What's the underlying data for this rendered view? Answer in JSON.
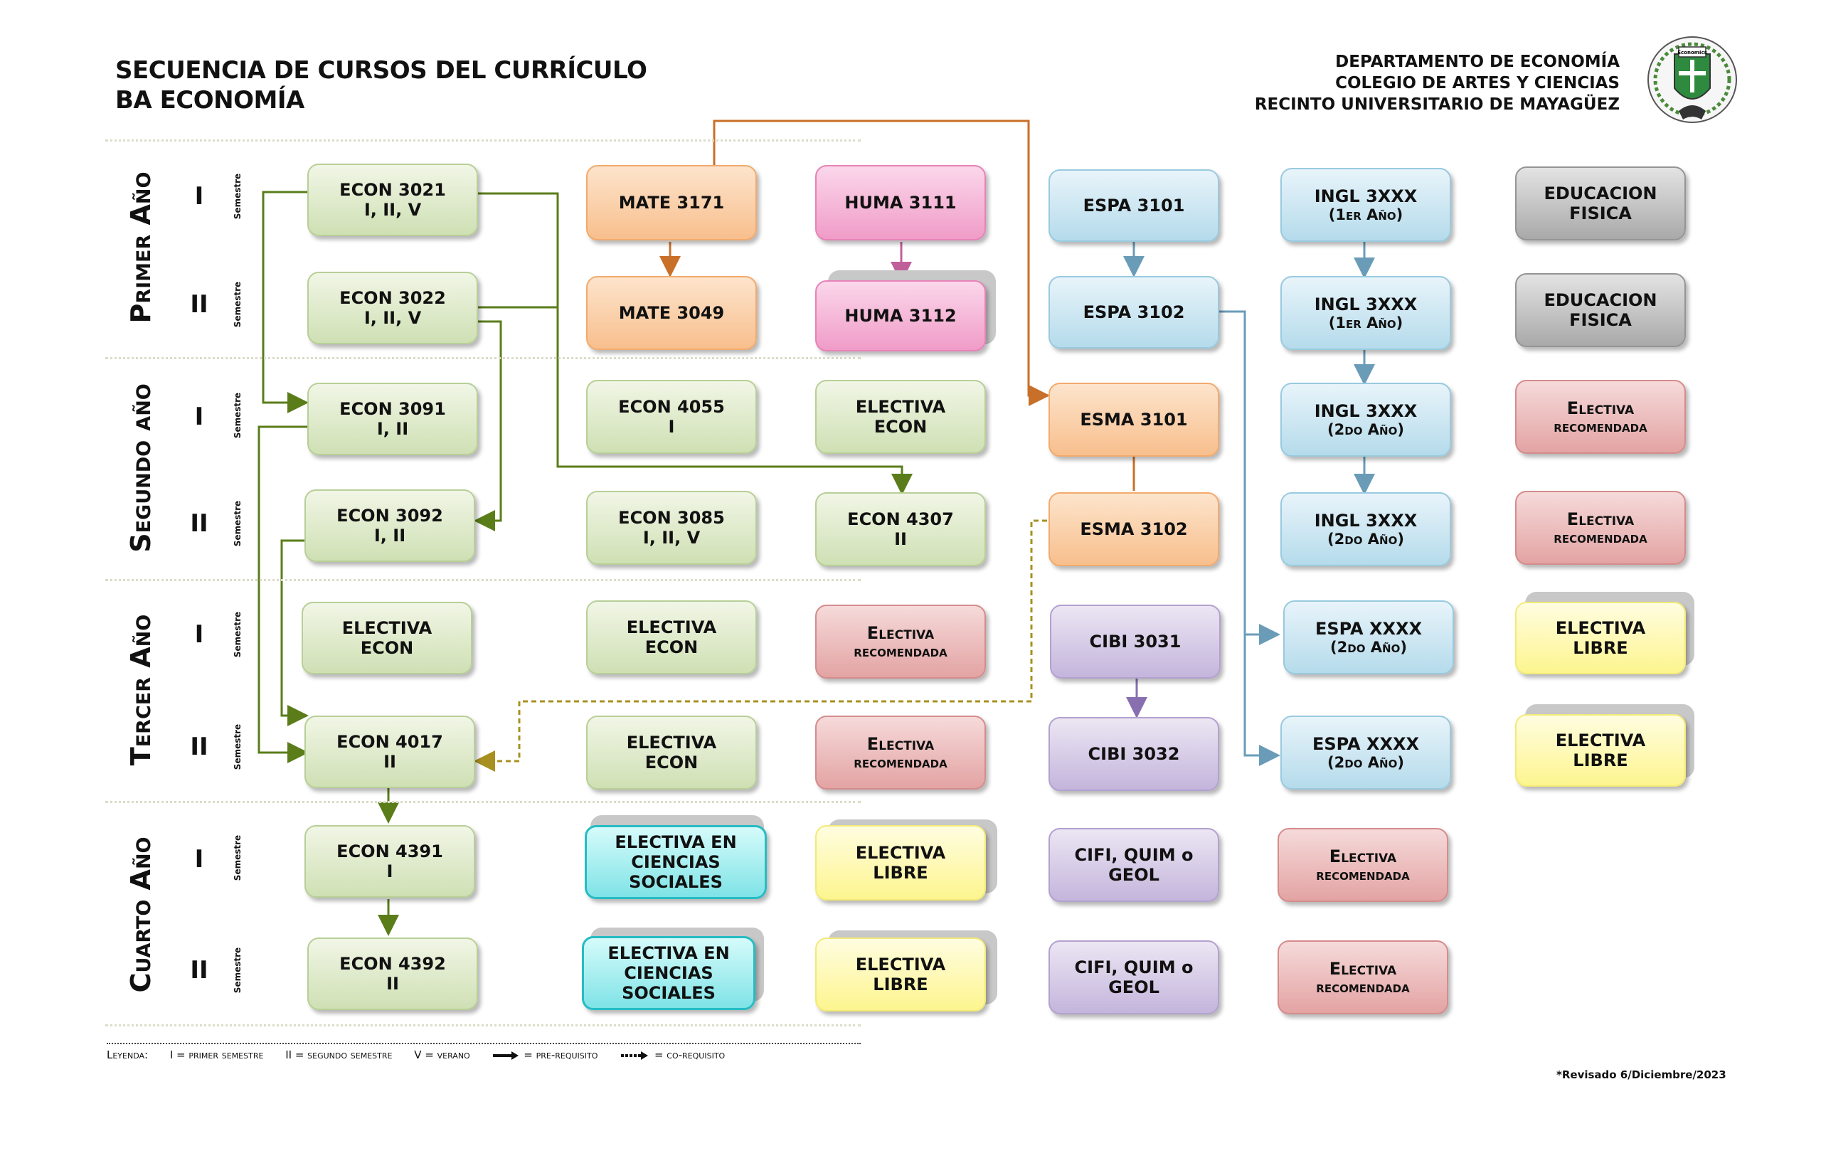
{
  "header": {
    "title_line1": "SECUENCIA DE CURSOS DEL CURRÍCULO",
    "title_line2": "BA ECONOMÍA",
    "dept_line1": "DEPARTAMENTO DE ECONOMÍA",
    "dept_line2": "COLEGIO DE ARTES Y CIENCIAS",
    "dept_line3": "RECINTO UNIVERSITARIO DE MAYAGÜEZ",
    "logo_text": "Economics Department"
  },
  "years": [
    "Primer Año",
    "Segundo año",
    "Tercer Año",
    "Cuarto Año"
  ],
  "semesters": [
    "I",
    "II",
    "I",
    "II",
    "I",
    "II",
    "I",
    "II"
  ],
  "semester_word": "Semestre",
  "courses": {
    "econ3021": {
      "code": "ECON 3021",
      "sub": "I, II, V"
    },
    "econ3022": {
      "code": "ECON 3022",
      "sub": "I, II, V"
    },
    "econ3091": {
      "code": "ECON 3091",
      "sub": "I, II"
    },
    "econ3092": {
      "code": "ECON 3092",
      "sub": "I, II"
    },
    "electiva_econ_a": {
      "code": "ELECTIVA",
      "sub": "ECON"
    },
    "econ4017": {
      "code": "ECON 4017",
      "sub": "II"
    },
    "econ4391": {
      "code": "ECON 4391",
      "sub": "I"
    },
    "econ4392": {
      "code": "ECON 4392",
      "sub": "II"
    },
    "mate3171": {
      "code": "MATE 3171"
    },
    "mate3049": {
      "code": "MATE 3049"
    },
    "econ4055": {
      "code": "ECON 4055",
      "sub": "I"
    },
    "econ3085": {
      "code": "ECON 3085",
      "sub": "I, II, V"
    },
    "electiva_econ_b": {
      "code": "ELECTIVA",
      "sub": "ECON"
    },
    "electiva_econ_c": {
      "code": "ELECTIVA",
      "sub": "ECON"
    },
    "elect_cs_a": {
      "l1": "ELECTIVA EN",
      "l2": "CIENCIAS",
      "l3": "SOCIALES"
    },
    "elect_cs_b": {
      "l1": "ELECTIVA EN",
      "l2": "CIENCIAS",
      "l3": "SOCIALES"
    },
    "huma3111": {
      "code": "HUMA 3111"
    },
    "huma3112": {
      "code": "HUMA 3112"
    },
    "electiva_econ_d": {
      "code": "ELECTIVA",
      "sub": "ECON"
    },
    "econ4307": {
      "code": "ECON 4307",
      "sub": "II"
    },
    "rec_a": {
      "l1": "Electiva",
      "l2": "recomendada"
    },
    "rec_b": {
      "l1": "Electiva",
      "l2": "recomendada"
    },
    "libre_a": {
      "l1": "ELECTIVA",
      "l2": "LIBRE"
    },
    "libre_b": {
      "l1": "ELECTIVA",
      "l2": "LIBRE"
    },
    "espa3101": {
      "code": "ESPA 3101"
    },
    "espa3102": {
      "code": "ESPA 3102"
    },
    "esma3101": {
      "code": "ESMA 3101"
    },
    "esma3102": {
      "code": "ESMA 3102"
    },
    "cibi3031": {
      "code": "CIBI 3031"
    },
    "cibi3032": {
      "code": "CIBI 3032"
    },
    "cifi_a": {
      "l1": "CIFI, QUIM o",
      "l2": "GEOL"
    },
    "cifi_b": {
      "l1": "CIFI, QUIM o",
      "l2": "GEOL"
    },
    "ingl1": {
      "code": "INGL 3XXX",
      "sub": "(1er Año)"
    },
    "ingl2": {
      "code": "INGL 3XXX",
      "sub": "(1er Año)"
    },
    "ingl3": {
      "code": "INGL 3XXX",
      "sub": "(2do Año)"
    },
    "ingl4": {
      "code": "INGL 3XXX",
      "sub": "(2do Año)"
    },
    "espa_x1": {
      "code": "ESPA XXXX",
      "sub": "(2do Año)"
    },
    "espa_x2": {
      "code": "ESPA XXXX",
      "sub": "(2do Año)"
    },
    "rec_c": {
      "l1": "Electiva",
      "l2": "recomendada"
    },
    "rec_d": {
      "l1": "Electiva",
      "l2": "recomendada"
    },
    "edfi1": {
      "l1": "EDUCACION",
      "l2": "FISICA"
    },
    "edfi2": {
      "l1": "EDUCACION",
      "l2": "FISICA"
    },
    "rec_e": {
      "l1": "Electiva",
      "l2": "recomendada"
    },
    "rec_f": {
      "l1": "Electiva",
      "l2": "recomendada"
    },
    "libre_c": {
      "l1": "ELECTIVA",
      "l2": "LIBRE"
    },
    "libre_d": {
      "l1": "ELECTIVA",
      "l2": "LIBRE"
    }
  },
  "legend": {
    "label": "Leyenda:",
    "i": "I = primer semestre",
    "ii": "II = segundo semestre",
    "v": "V = verano",
    "prereq": "= pre-requisito",
    "coreq": "= co-requisito"
  },
  "revised": "*Revisado 6/Diciembre/2023",
  "colors": {
    "econ_arrow": "#5a7d1a",
    "math_arrow": "#c8702a",
    "huma_arrow": "#c0609a",
    "espa_arrow": "#6a9cb8",
    "cibi_arrow": "#8870b0",
    "coreq_arrow": "#a89020"
  }
}
